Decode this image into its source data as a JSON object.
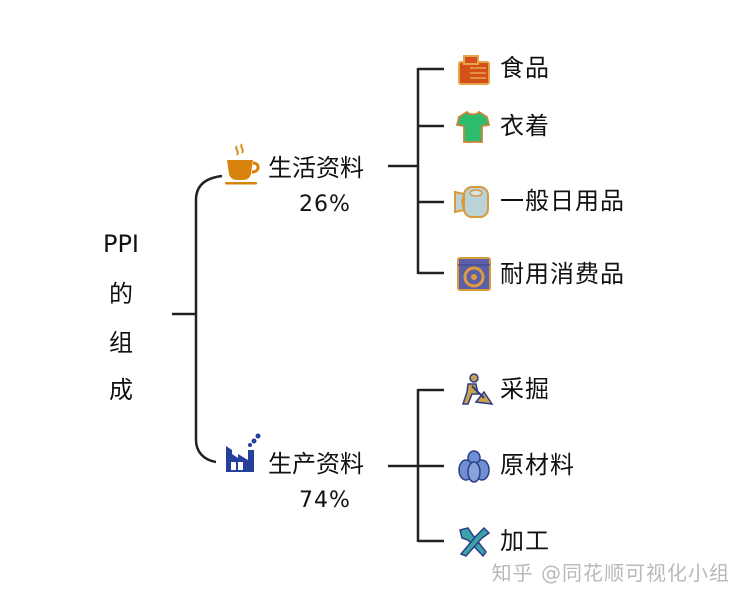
{
  "root": {
    "lines": [
      "PPI",
      "的",
      "组",
      "成"
    ]
  },
  "categories": [
    {
      "label": "生活资料",
      "percent": "26%",
      "icon": "coffee-cup-icon",
      "icon_color": "#d9830f",
      "items": [
        {
          "label": "食品",
          "icon": "food-icon",
          "icon_color": "#d4501b"
        },
        {
          "label": "衣着",
          "icon": "tshirt-icon",
          "icon_color": "#2dbb6d"
        },
        {
          "label": "一般日用品",
          "icon": "toilet-paper-icon",
          "icon_color": "#b9d3d9"
        },
        {
          "label": "耐用消费品",
          "icon": "washing-machine-icon",
          "icon_color": "#5a5fa8"
        }
      ]
    },
    {
      "label": "生产资料",
      "percent": "74%",
      "icon": "factory-icon",
      "icon_color": "#253f9a",
      "items": [
        {
          "label": "采掘",
          "icon": "miner-icon",
          "icon_color": "#c9a24a"
        },
        {
          "label": "原材料",
          "icon": "raw-material-icon",
          "icon_color": "#5a7cc2"
        },
        {
          "label": "加工",
          "icon": "tools-icon",
          "icon_color": "#3aa3a7"
        }
      ]
    }
  ],
  "watermark": "知乎 @同花顺可视化小组",
  "colors": {
    "line": "#222222",
    "text": "#111111",
    "watermark": "#b9b9b9"
  }
}
